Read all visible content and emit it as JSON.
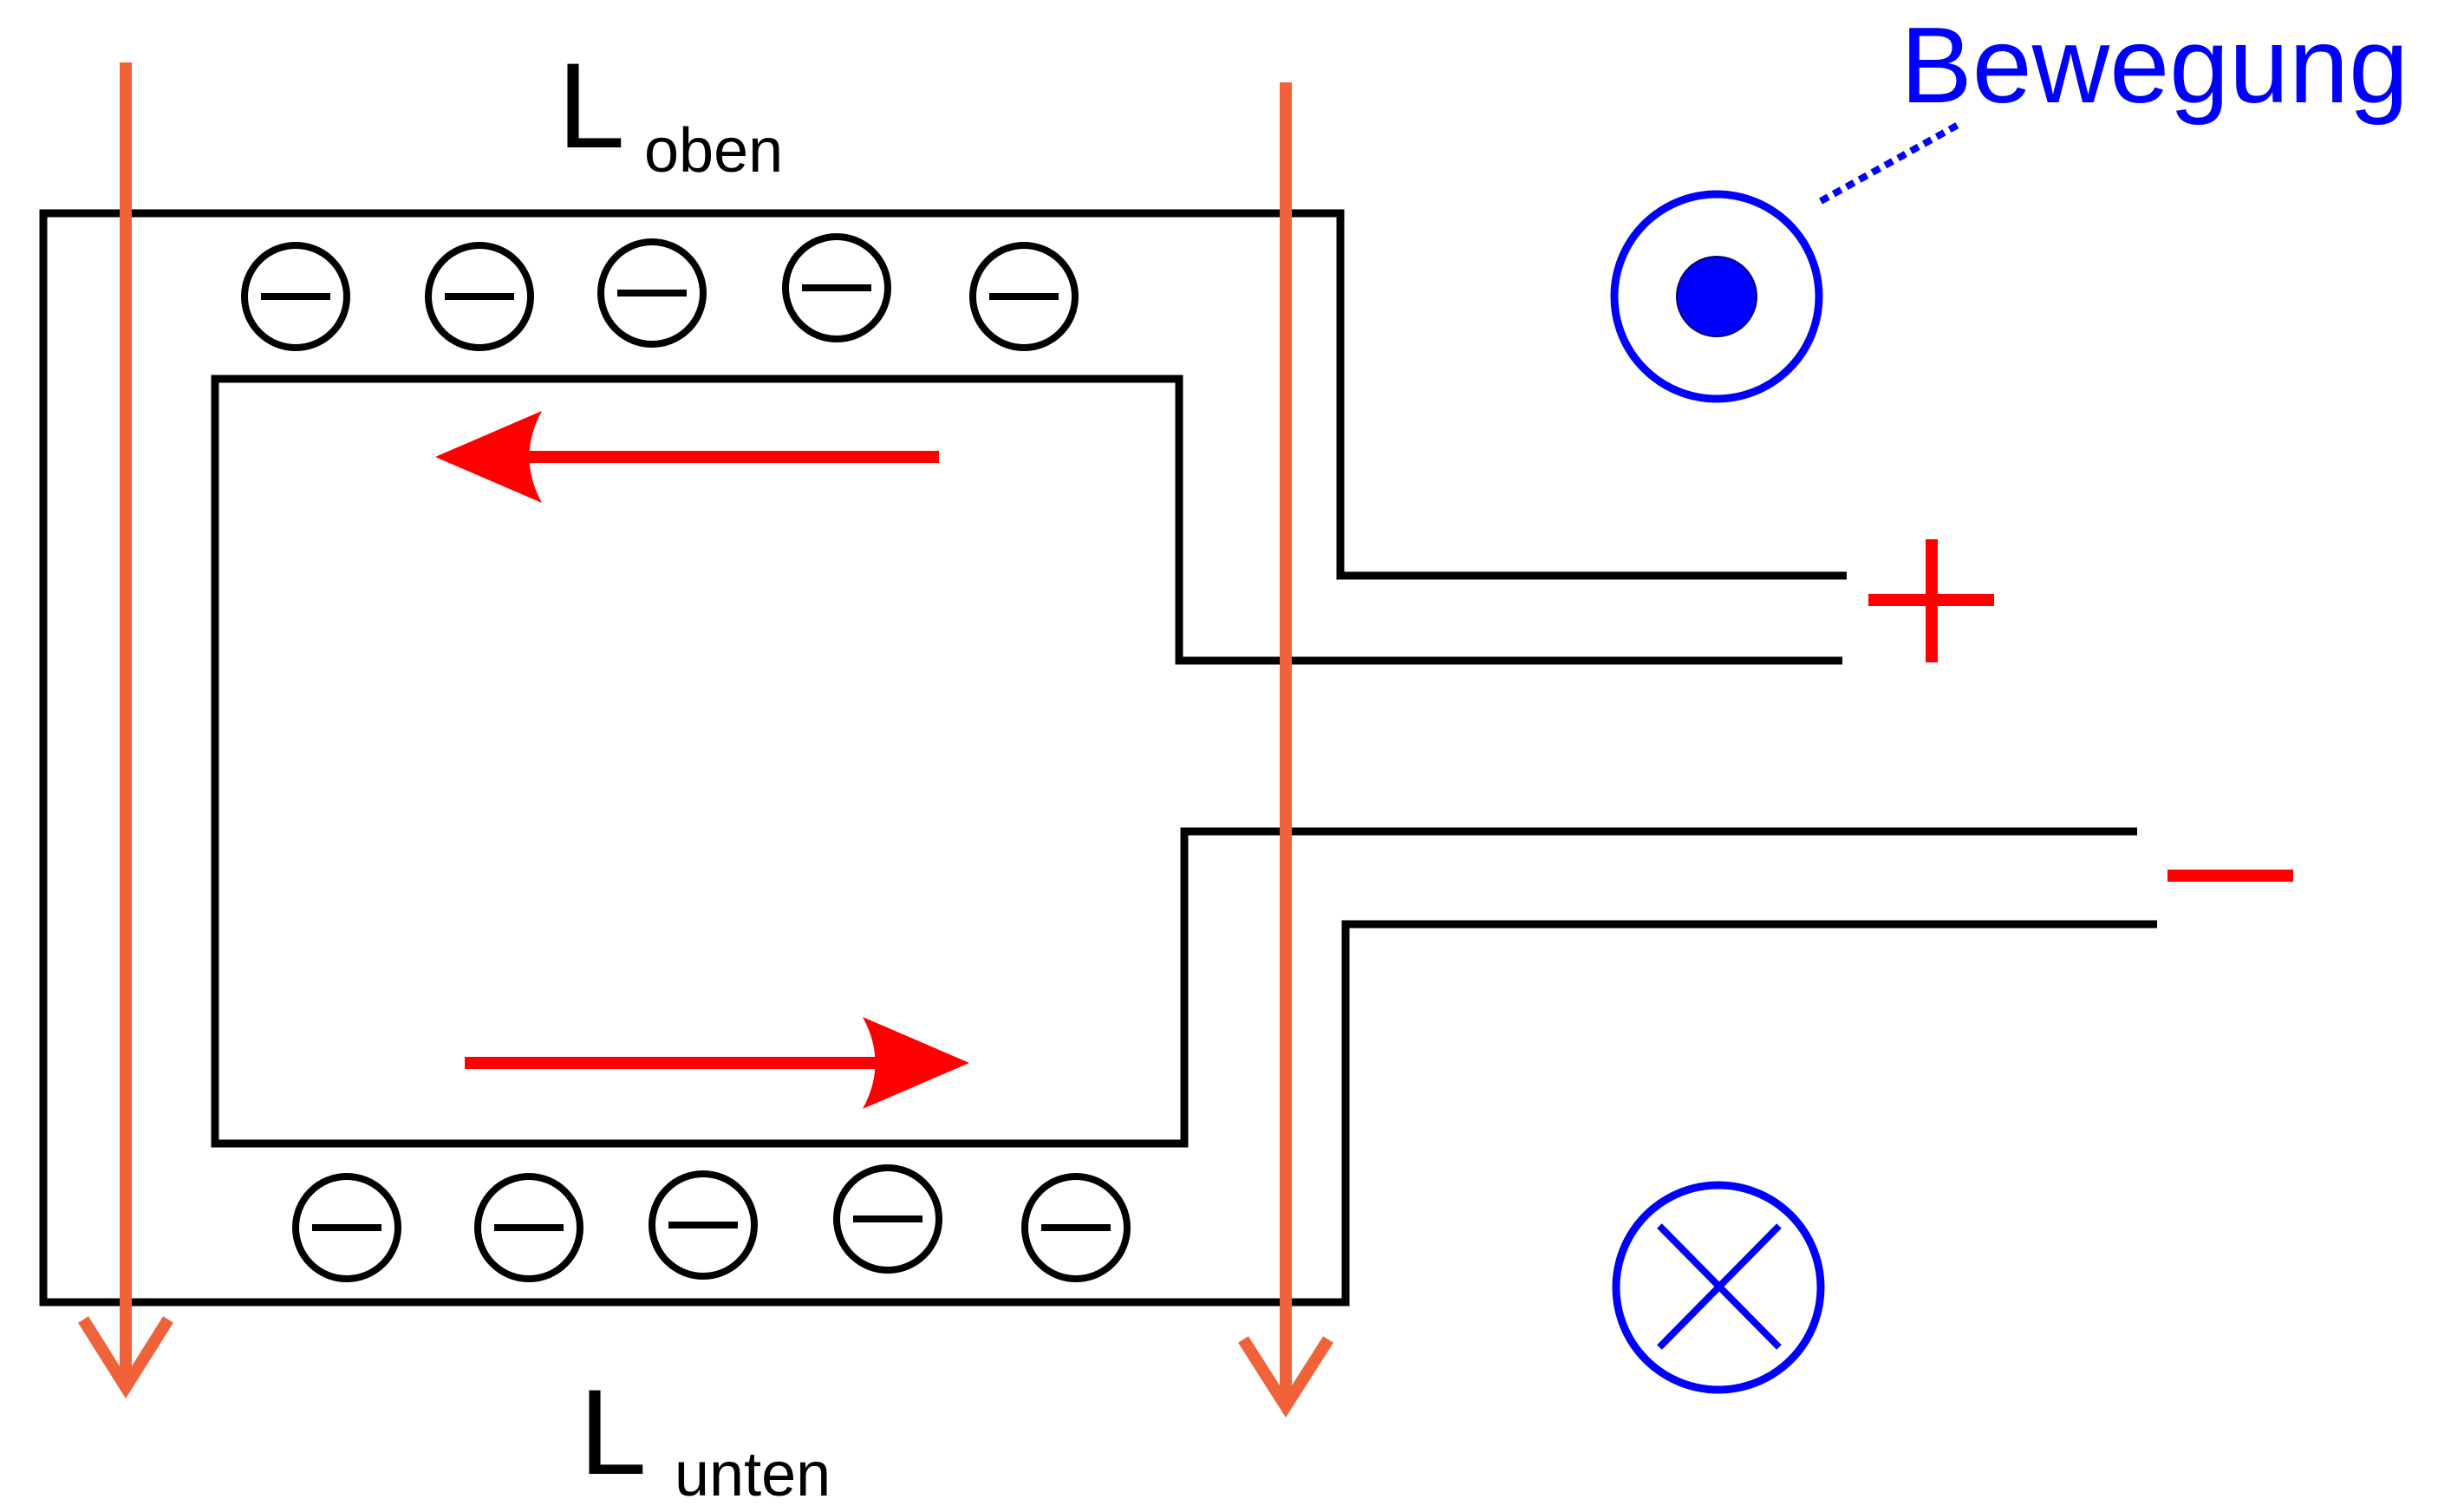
{
  "labels": {
    "top": {
      "main": "L",
      "sub": "oben"
    },
    "bottom": {
      "main": "L",
      "sub": "unten"
    },
    "motion": "Bewegung"
  },
  "terminals": {
    "positive": "+",
    "negative": "−"
  },
  "charges": {
    "top_row_count": 5,
    "bottom_row_count": 5,
    "sign": "negative"
  },
  "colors": {
    "wire": "#000000",
    "field_lines": "#f0623a",
    "current_arrows": "#ff0000",
    "terminal_signs": "#ff0000",
    "motion_symbols": "#0000ff"
  },
  "icons": {
    "out_of_page": "dot-in-circle-icon",
    "into_page": "cross-in-circle-icon"
  }
}
